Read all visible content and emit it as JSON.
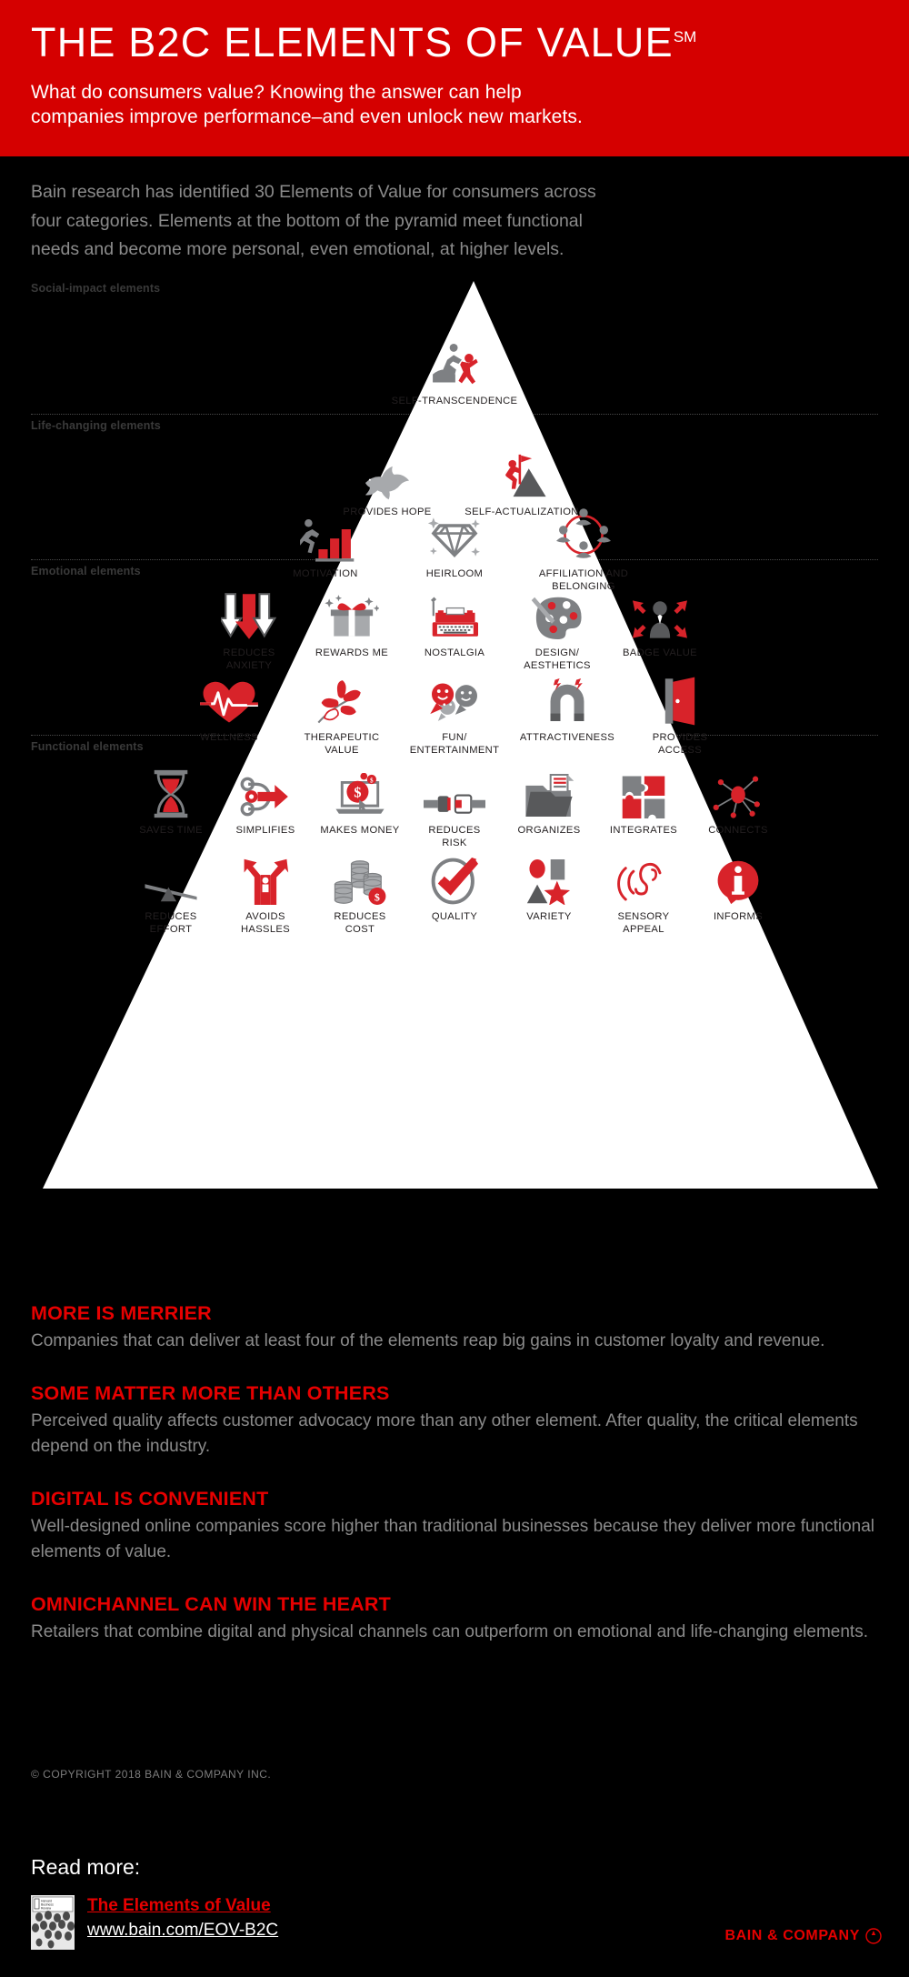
{
  "header": {
    "title": "THE B2C ELEMENTS OF VALUE",
    "title_sup": "SM",
    "subtitle_line1": "What do consumers value? Knowing the answer can help",
    "subtitle_line2": "companies improve performance–and even unlock new markets.",
    "bg_color": "#d50000"
  },
  "intro": "Bain research has identified 30 Elements of Value for consumers across four categories. Elements at the bottom of the pyramid meet functional needs and become more personal, even emotional, at higher levels.",
  "pyramid": {
    "bands": [
      {
        "label": "Social-impact elements"
      },
      {
        "label": "Life-changing elements"
      },
      {
        "label": "Emotional elements"
      },
      {
        "label": "Functional elements"
      }
    ],
    "rows": [
      {
        "band": "social-impact",
        "items": [
          {
            "label": "SELF-TRANSCENDENCE",
            "icon": "helping-hand-icon"
          }
        ]
      },
      {
        "band": "life-changing",
        "items": [
          {
            "label": "PROVIDES HOPE",
            "icon": "dove-icon"
          },
          {
            "label": "SELF-ACTUALIZATION",
            "icon": "mountain-flag-icon"
          }
        ]
      },
      {
        "band": "life-changing",
        "items": [
          {
            "label": "MOTIVATION",
            "icon": "runner-bars-icon"
          },
          {
            "label": "HEIRLOOM",
            "icon": "diamond-icon"
          },
          {
            "label": "AFFILIATION AND\nBELONGING",
            "icon": "people-circle-icon"
          }
        ]
      },
      {
        "band": "emotional",
        "items": [
          {
            "label": "REDUCES\nANXIETY",
            "icon": "down-arrows-icon"
          },
          {
            "label": "REWARDS ME",
            "icon": "gift-icon"
          },
          {
            "label": "NOSTALGIA",
            "icon": "typewriter-icon"
          },
          {
            "label": "DESIGN/\nAESTHETICS",
            "icon": "palette-icon"
          },
          {
            "label": "BADGE VALUE",
            "icon": "person-arrows-icon"
          }
        ]
      },
      {
        "band": "emotional",
        "items": [
          {
            "label": "WELLNESS",
            "icon": "heart-pulse-icon"
          },
          {
            "label": "THERAPEUTIC\nVALUE",
            "icon": "leaves-icon"
          },
          {
            "label": "FUN/\nENTERTAINMENT",
            "icon": "smiley-faces-icon"
          },
          {
            "label": "ATTRACTIVENESS",
            "icon": "magnet-icon"
          },
          {
            "label": "PROVIDES ACCESS",
            "icon": "open-door-icon"
          }
        ]
      },
      {
        "band": "functional",
        "items": [
          {
            "label": "SAVES TIME",
            "icon": "hourglass-icon"
          },
          {
            "label": "SIMPLIFIES",
            "icon": "merge-arrow-icon"
          },
          {
            "label": "MAKES MONEY",
            "icon": "laptop-dollar-icon"
          },
          {
            "label": "REDUCES RISK",
            "icon": "seatbelt-icon"
          },
          {
            "label": "ORGANIZES",
            "icon": "folder-icon"
          },
          {
            "label": "INTEGRATES",
            "icon": "puzzle-icon"
          },
          {
            "label": "CONNECTS",
            "icon": "network-icon"
          }
        ]
      },
      {
        "band": "functional",
        "items": [
          {
            "label": "REDUCES EFFORT",
            "icon": "lever-icon"
          },
          {
            "label": "AVOIDS HASSLES",
            "icon": "fork-path-icon"
          },
          {
            "label": "REDUCES COST",
            "icon": "coin-stacks-icon"
          },
          {
            "label": "QUALITY",
            "icon": "checkmark-circle-icon"
          },
          {
            "label": "VARIETY",
            "icon": "shapes-icon"
          },
          {
            "label": "SENSORY APPEAL",
            "icon": "ear-icon"
          },
          {
            "label": "INFORMS",
            "icon": "info-icon"
          }
        ]
      }
    ]
  },
  "takeaways": [
    {
      "heading": "MORE IS MERRIER",
      "body": "Companies that can deliver at least four of the elements reap big gains in customer loyalty and revenue."
    },
    {
      "heading": "SOME MATTER MORE THAN OTHERS",
      "body": "Perceived quality affects customer advocacy more than any other element. After quality, the critical elements depend on the industry."
    },
    {
      "heading": "DIGITAL IS CONVENIENT",
      "body": "Well-designed online companies score higher than traditional businesses because they deliver more functional elements of value."
    },
    {
      "heading": "OMNICHANNEL CAN WIN THE HEART",
      "body": "Retailers that combine digital and physical channels can outperform on emotional and life-changing elements."
    }
  ],
  "copyright": "© COPYRIGHT 2018 BAIN & COMPANY INC.",
  "footer": {
    "read_more": "Read more:",
    "link_title": "The Elements of Value",
    "link_url": "www.bain.com/EOV-B2C",
    "brand": "BAIN & COMPANY",
    "thumb_label": "Harvard Business Review"
  },
  "colors": {
    "red": "#d50000",
    "accent_red": "#e60000",
    "grey": "#7d7d7d",
    "dark": "#231f20"
  }
}
